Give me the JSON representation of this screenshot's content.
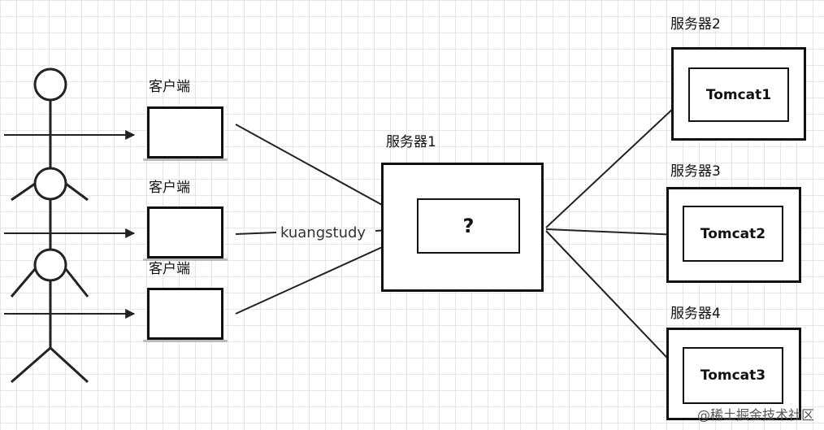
{
  "client_label": "客户端",
  "proxy": {
    "title": "服务器1",
    "inner_label": "?"
  },
  "edge_label": "kuangstudy",
  "servers": [
    {
      "title": "服务器2",
      "app": "Tomcat1"
    },
    {
      "title": "服务器3",
      "app": "Tomcat2"
    },
    {
      "title": "服务器4",
      "app": "Tomcat3"
    }
  ],
  "watermark": "@稀土掘金技术社区"
}
